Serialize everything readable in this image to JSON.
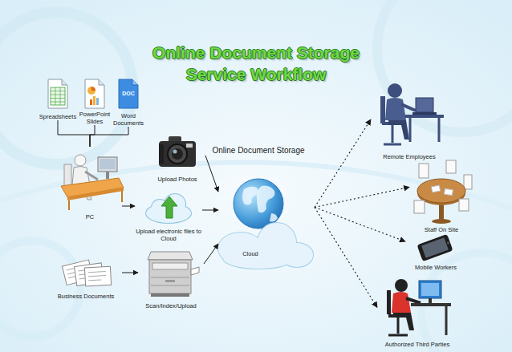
{
  "diagram": {
    "title": "Online Document Storage Service Workflow",
    "nodes": [
      {
        "text": [
          "Spreadsheets"
        ]
      },
      {
        "text": [
          "PowerPoint Slides"
        ]
      },
      {
        "text": [
          "Word Documents"
        ]
      },
      {
        "text": [
          "PC"
        ]
      },
      {
        "text": [
          "Business Documents"
        ]
      },
      {
        "text": [
          "Upload Photos"
        ]
      },
      {
        "text": [
          "Upload electronic files to Cloud"
        ]
      },
      {
        "text": [
          "Scan/Index/Upload"
        ]
      },
      {
        "text": [
          "Online Document Storage",
          "Cloud"
        ]
      },
      {
        "text": [
          "Remote Employees"
        ]
      },
      {
        "text": [
          "Staff On Site"
        ]
      },
      {
        "text": [
          "Mobile Workers"
        ]
      },
      {
        "text": [
          "Authorized Third Parties"
        ]
      }
    ],
    "edges": [
      {
        "from": 0,
        "to": 3,
        "arrow": "none"
      },
      {
        "from": 1,
        "to": 3,
        "arrow": "none"
      },
      {
        "from": 2,
        "to": 3,
        "arrow": "none"
      },
      {
        "from": 3,
        "to": 6,
        "arrow": "to"
      },
      {
        "from": 4,
        "to": 7,
        "arrow": "to"
      },
      {
        "from": 5,
        "to": 8,
        "arrow": "to"
      },
      {
        "from": 6,
        "to": 8,
        "arrow": "to"
      },
      {
        "from": 7,
        "to": 8,
        "arrow": "to"
      },
      {
        "from": 8,
        "to": 9,
        "arrow": "to"
      },
      {
        "from": 8,
        "to": 10,
        "arrow": "to"
      },
      {
        "from": 8,
        "to": 11,
        "arrow": "to"
      },
      {
        "from": 8,
        "to": 12,
        "arrow": "to"
      }
    ],
    "labels": [
      "DOC"
    ]
  }
}
